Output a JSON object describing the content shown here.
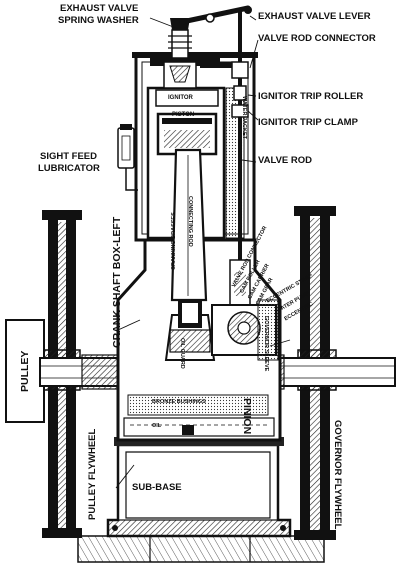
{
  "diagram": {
    "labels": {
      "exhaust_valve_spring_washer": [
        "EXHAUST VALVE",
        "SPRING WASHER"
      ],
      "exhaust_valve_lever": "EXHAUST VALVE LEVER",
      "valve_rod_connector": "VALVE ROD CONNECTOR",
      "ignitor_trip_roller": "IGNITOR TRIP ROLLER",
      "ignitor_trip_clamp": "IGNITOR TRIP CLAMP",
      "sight_feed_lubricator": [
        "SIGHT FEED",
        "LUBRICATOR"
      ],
      "valve_rod": "VALVE ROD",
      "ignitor": "IGNITOR",
      "piston": "PISTON",
      "water_jacket": "WATER JACKET",
      "connecting_rod": "CONNECTING ROD",
      "cranking_brasses": "CRANKING BRASSES",
      "crank_shaft_box_left": "CRANK SHAFT BOX-LEFT",
      "valve_rod_connector_small": "VALVE ROD CONNECTOR",
      "cam_roller": "CAM ROLLER",
      "cam_carrier": "CAM CARRIER",
      "cam_gear": "CAM GEAR",
      "eccentric_strap": "ECCENTRIC STRAP",
      "water_pump_eccentric": [
        "WATER PUMP",
        "ECCENTRIC"
      ],
      "governor_sleeve": "GOVERNOR SLEEVE",
      "oil_guard": "OIL GUARD",
      "pulley": "PULLEY",
      "bronze_bushings": "BRONZE BUSHINGS",
      "oil": "OIL",
      "pinion": "PINION",
      "sub_base": "SUB-BASE",
      "pulley_flywheel": "PULLEY FLYWHEEL",
      "governor_flywheel": "GOVERNOR FLYWHEEL"
    }
  }
}
